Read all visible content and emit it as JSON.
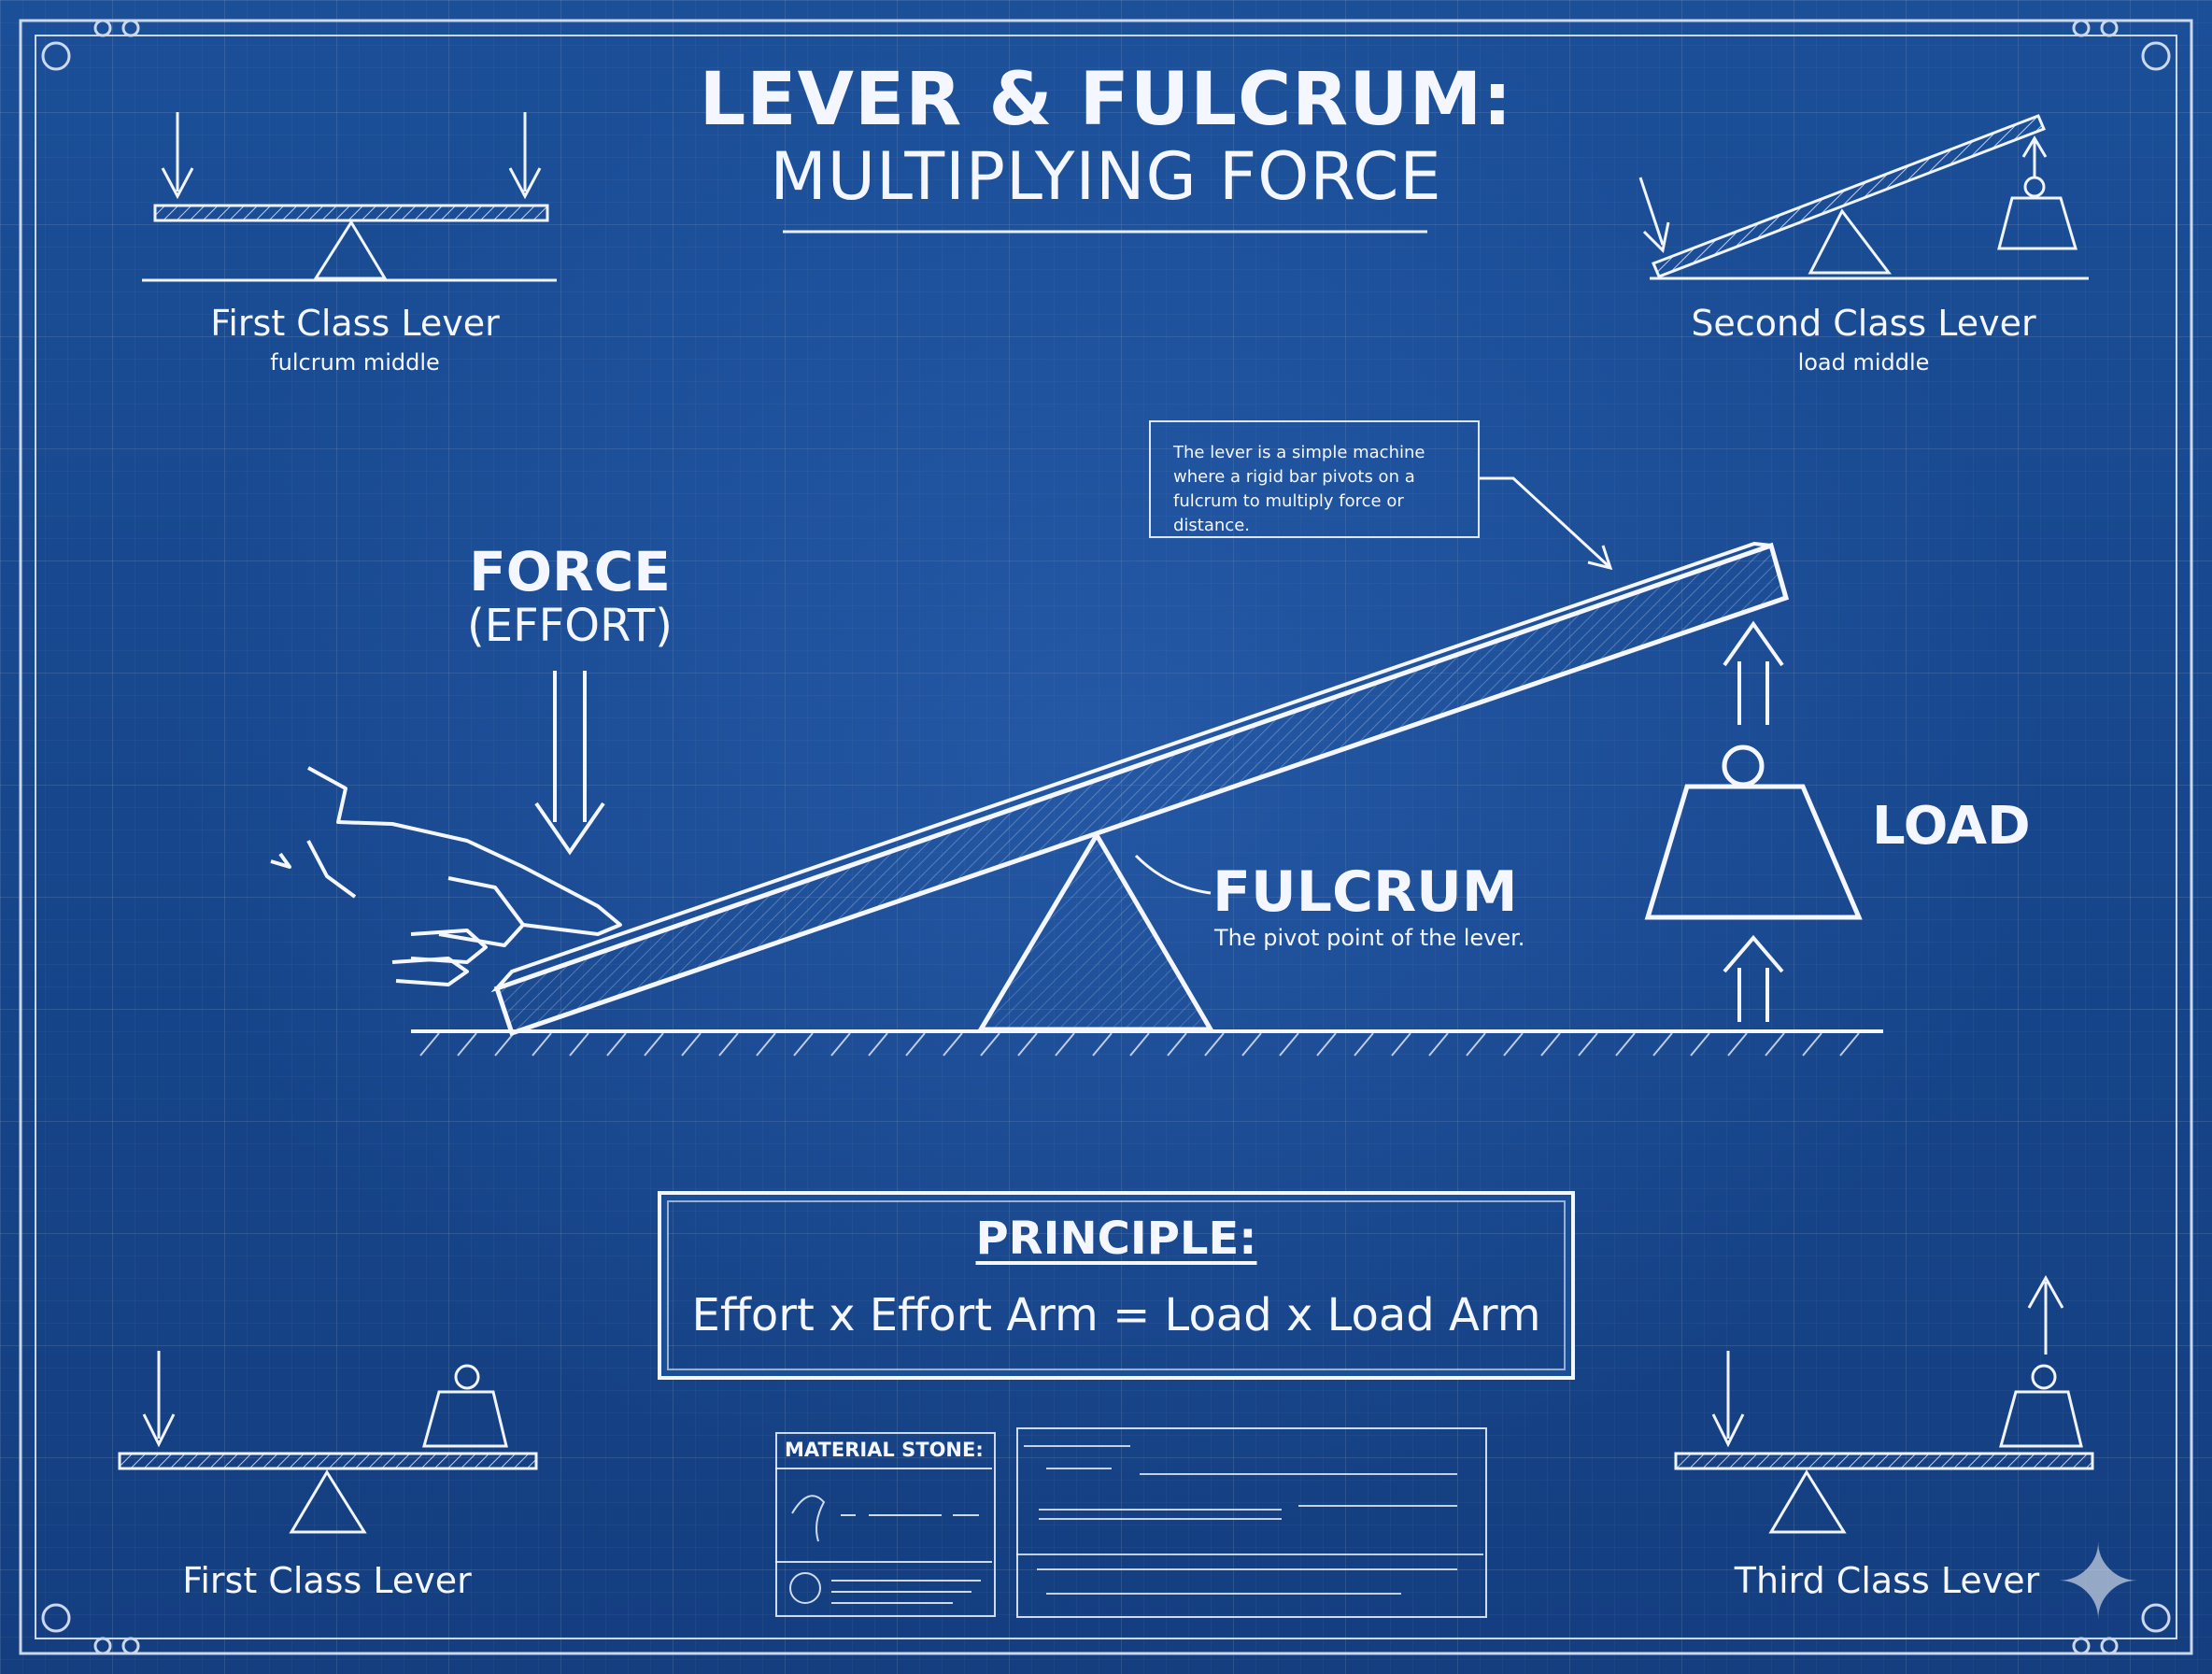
{
  "title": {
    "line1": "LEVER & FULCRUM:",
    "line2": "MULTIPLYING FORCE"
  },
  "corners": {
    "top_left": {
      "caption": "First Class Lever",
      "sub": "fulcrum middle"
    },
    "top_right": {
      "caption": "Second Class Lever",
      "sub": "load middle"
    },
    "bottom_left": {
      "caption": "First Class Lever"
    },
    "bottom_right": {
      "caption": "Third Class Lever"
    }
  },
  "main": {
    "force_label": "FORCE",
    "force_sub": "(EFFORT)",
    "fulcrum_label": "FULCRUM",
    "fulcrum_sub": "The pivot point of the lever.",
    "load_label": "LOAD",
    "note": "The lever is a simple machine where a rigid bar pivots on a fulcrum to multiply force or distance."
  },
  "principle": {
    "title": "PRINCIPLE:",
    "equation": "Effort x Effort Arm = Load x Load Arm"
  },
  "material_box": {
    "title": "MATERIAL STONE:"
  },
  "colors": {
    "background": "#1a4a8f",
    "ink": "#f4f7ff"
  },
  "icons": [
    "hand-icon",
    "weight-icon",
    "sparkle-icon"
  ]
}
